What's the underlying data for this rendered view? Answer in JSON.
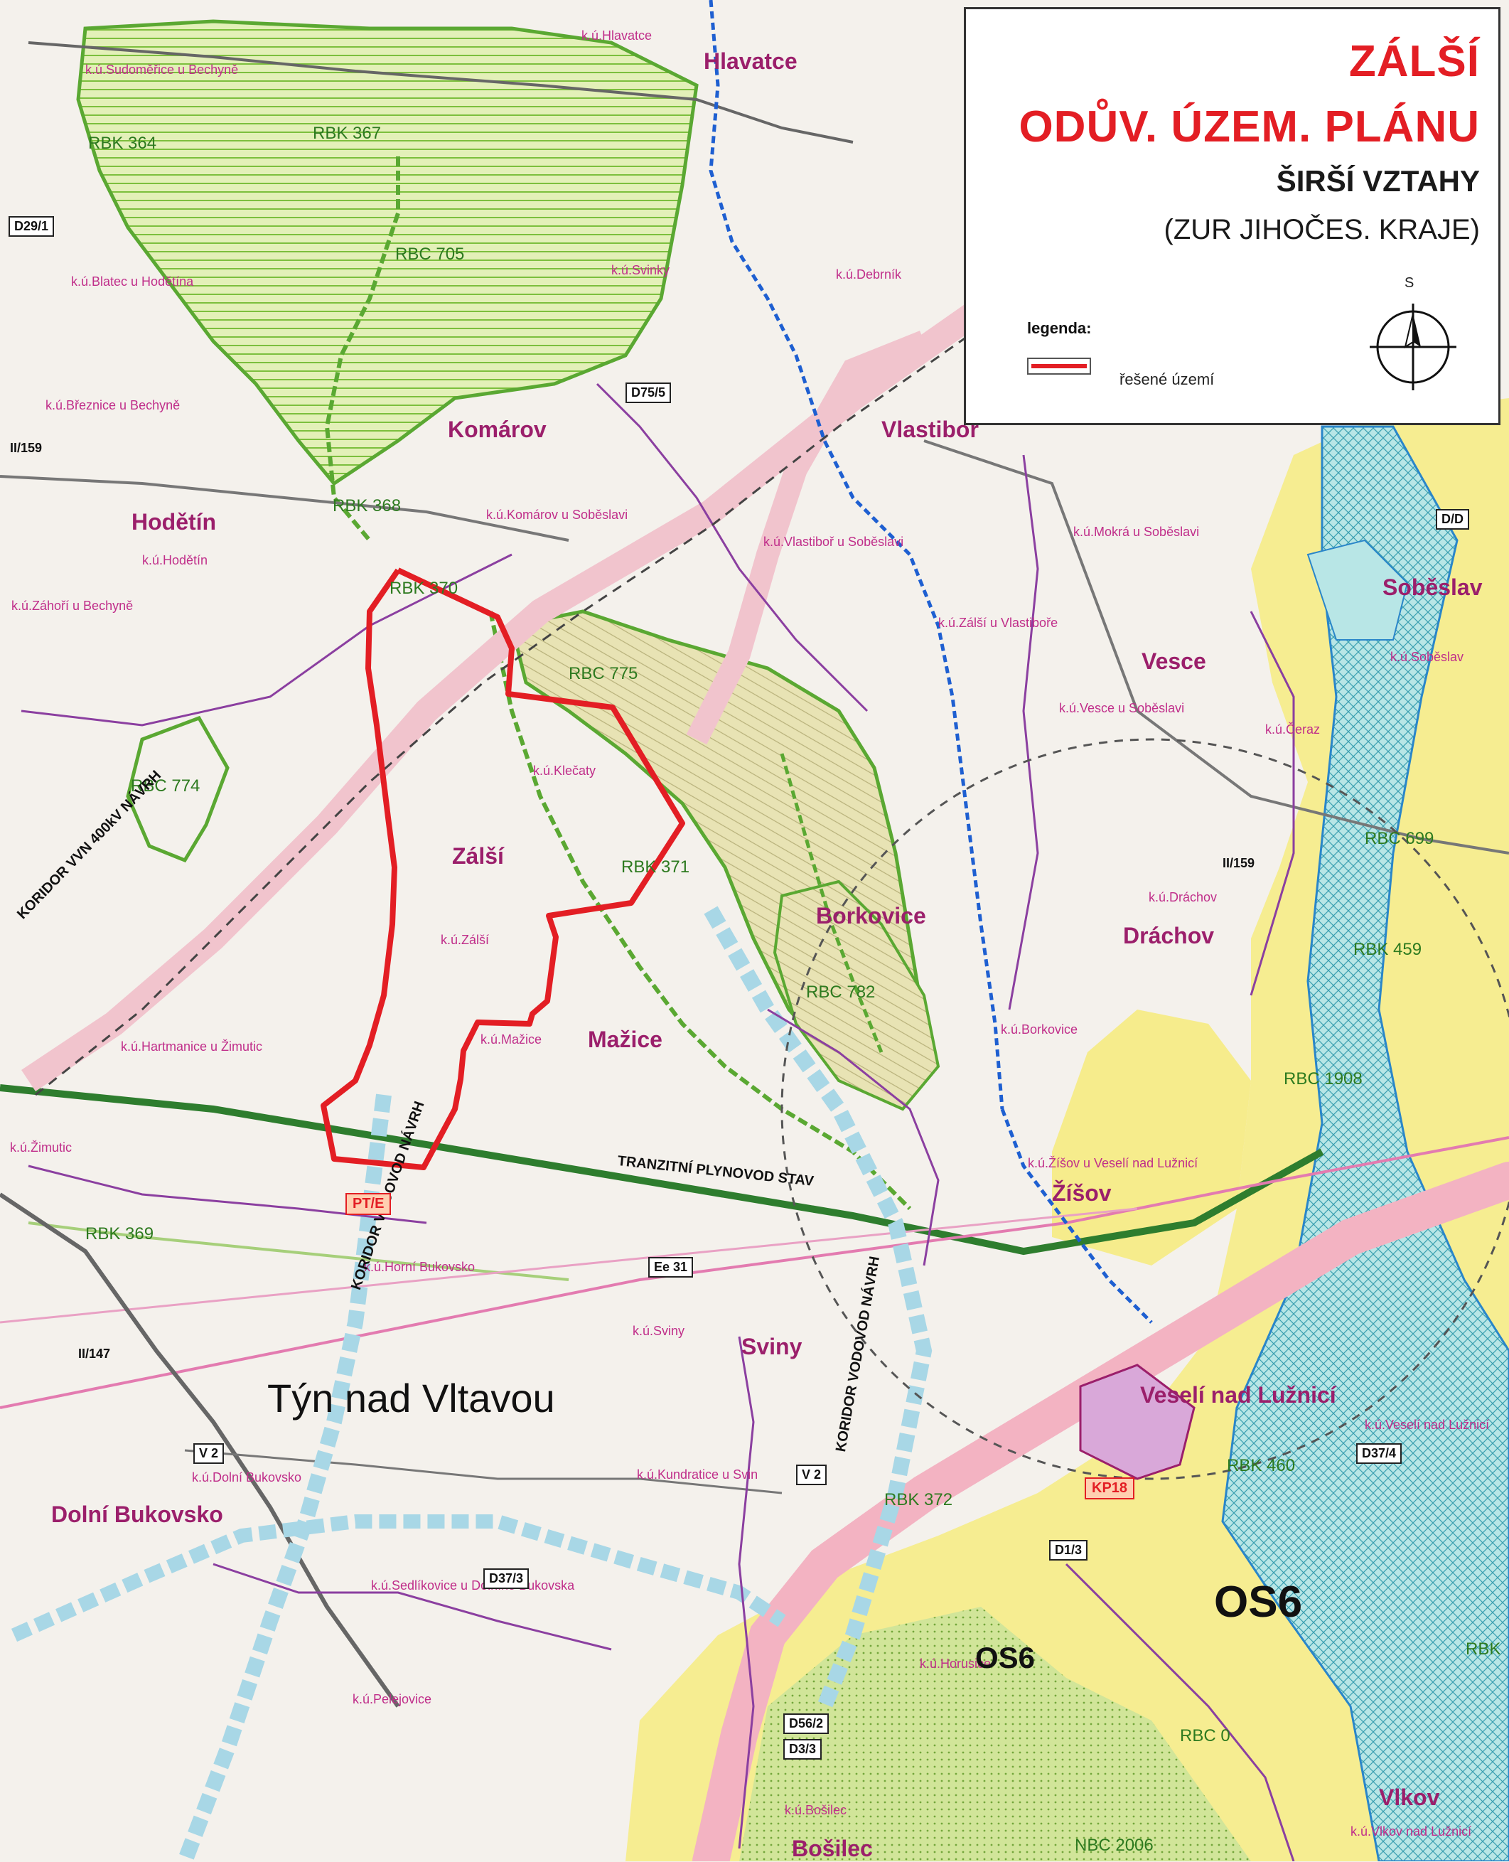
{
  "title": {
    "line1": "ZÁLŠÍ",
    "line2": "ODŮV. ÚZEM. PLÁNU",
    "line3": "ŠIRŠÍ VZTAHY",
    "line4": "(ZUR JIHOČES. KRAJE)"
  },
  "legend": {
    "heading": "legenda:",
    "items": [
      {
        "label": "řešené území",
        "color": "#e31e24"
      }
    ]
  },
  "north_label": "S",
  "colors": {
    "solved_area_boundary": "#e31e24",
    "biocorridor": "#5aa832",
    "water_corridor": "#1e5fd1",
    "municipality_boundary": "#8b3fa0",
    "development_area": "#f6ec8c",
    "gas_pipeline": "#2e7d2e",
    "road_corridor": "#f0a8b8"
  },
  "municipalities": [
    "Hlavatce",
    "Komárov",
    "Vlastiboř",
    "Hodětín",
    "Zálší",
    "Borkovice",
    "Dráchov",
    "Mažice",
    "Vesce",
    "Soběslav",
    "Žíšov",
    "Sviny",
    "Veselí nad Lužnicí",
    "Dolní Bukovsko",
    "Bošilec",
    "Vlkov"
  ],
  "cadastral_labels": [
    "k.ú.Hlavatce",
    "k.ú.Sudoměřice u Bechyně",
    "k.ú.Blatec u Hodětína",
    "k.ú.Svinky",
    "k.ú.Debrník",
    "k.ú.Březnice u Bechyně",
    "k.ú.Komárov u Soběslavi",
    "k.ú.Vlastiboř u Soběslavi",
    "k.ú.Mokrá u Soběslavi",
    "k.ú.Hodětín",
    "k.ú.Záhoří u Bechyně",
    "k.ú.Zálší u Vlastiboře",
    "k.ú.Soběslav",
    "k.ú.Vesce u Soběslavi",
    "k.ú.Čeraz",
    "k.ú.Klečaty",
    "k.ú.Zálší",
    "k.ú.Dráchov",
    "k.ú.Borkovice",
    "k.ú.Mažice",
    "k.ú.Hartmanice u Žimutic",
    "k.ú.Žíšov u Veselí nad Lužnicí",
    "k.ú.Horní Bukovsko",
    "k.ú.Sviny",
    "k.ú.Veselí nad Lužnicí",
    "k.ú.Dolní Bukovsko",
    "k.ú.Kundratice u Svin",
    "k.ú.Sedlíkovice u Dolního Bukovska",
    "k.ú.Horusice",
    "k.ú.Pelejovice",
    "k.ú.Bošilec",
    "k.ú.Vlkov nad Lužnicí",
    "k.ú.Žimutic"
  ],
  "biocorridors": [
    "RBK 364",
    "RBK 367",
    "RBC 705",
    "RBK 368",
    "RBK 370",
    "RBC 775",
    "RBC 774",
    "RBK 371",
    "RBC 782",
    "RBC 699",
    "RBK 459",
    "RBC 1908",
    "RBK 369",
    "RBK 460",
    "RBK 372",
    "RBC 0",
    "NBC 2006",
    "RBK"
  ],
  "corridor_labels": [
    "KORIDOR VVN 400kV NÁVRH",
    "KORIDOR VODOVOD NÁVRH",
    "TRANZITNÍ PLYNOVOD STAV"
  ],
  "route_codes": [
    "D29/1",
    "D75/5",
    "D/D",
    "Ee 31",
    "V 2",
    "D37/3",
    "D37/4",
    "D1/3",
    "D56/2",
    "D3/3",
    "II/159",
    "II/147"
  ],
  "red_badges": [
    "PT/E",
    "KP18"
  ],
  "big_labels": [
    "Týn nad Vltavou",
    "OS6"
  ]
}
